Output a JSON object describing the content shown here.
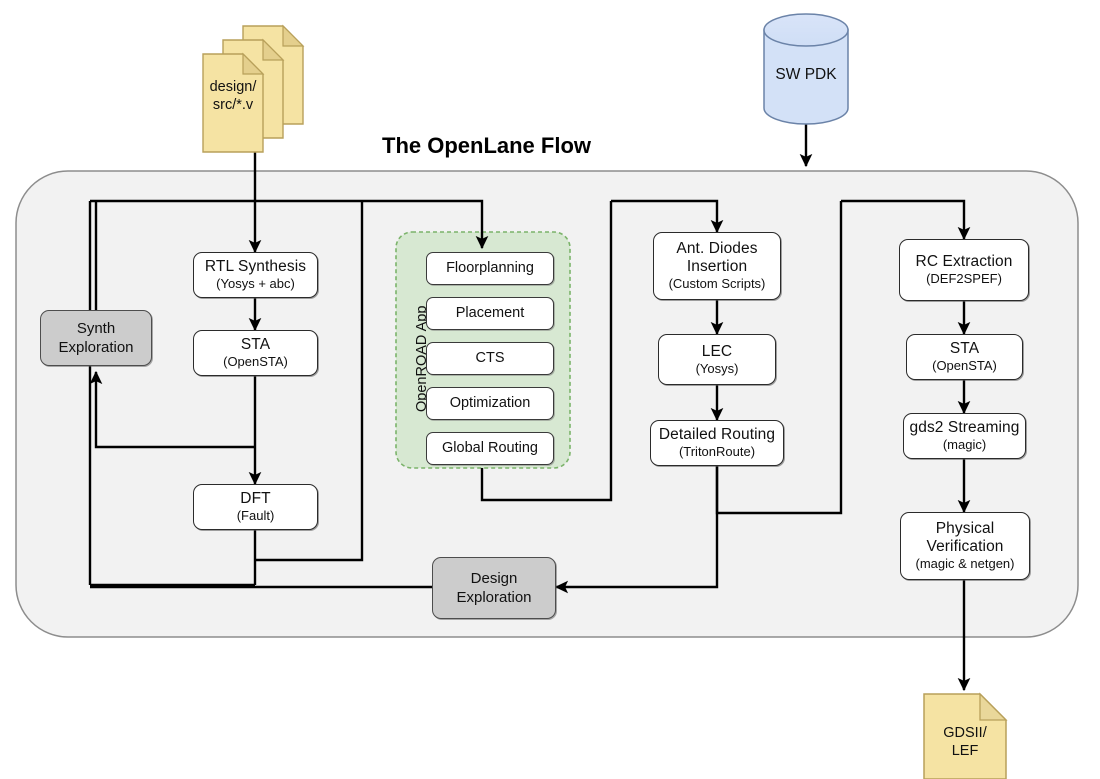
{
  "title": "The OpenLane Flow",
  "inputs": {
    "design_files": {
      "line1": "design/",
      "line2": "src/*.v",
      "name": "design-source-files"
    },
    "pdk": {
      "label": "SW PDK",
      "name": "sw-pdk-database"
    }
  },
  "output": {
    "line1": "GDSII/",
    "line2": "LEF"
  },
  "colors": {
    "doc_fill": "#f5e3a3",
    "doc_stroke": "#b8a05a",
    "db_fill": "#d3e1f7",
    "db_stroke": "#6b83a8",
    "container_fill": "#f2f2f2",
    "container_stroke": "#8a8a8a",
    "openroad_fill": "#d7e8d2",
    "openroad_stroke": "#7bb36a",
    "gray_box": "#cccccc",
    "line": "#000000"
  },
  "columns": {
    "synthesis": [
      {
        "t1": "RTL Synthesis",
        "t2": "(Yosys + abc)",
        "name": "rtl-synthesis"
      },
      {
        "t1": "STA",
        "t2": "(OpenSTA)",
        "name": "sta-synth"
      },
      {
        "t1": "DFT",
        "t2": "(Fault)",
        "name": "dft"
      }
    ],
    "openroad": {
      "label": "OpenROAD App",
      "steps": [
        {
          "t1": "Floorplanning",
          "name": "floorplanning"
        },
        {
          "t1": "Placement",
          "name": "placement"
        },
        {
          "t1": "CTS",
          "name": "cts"
        },
        {
          "t1": "Optimization",
          "name": "optimization"
        },
        {
          "t1": "Global Routing",
          "name": "global-routing"
        }
      ]
    },
    "routing": [
      {
        "t1": "Ant. Diodes",
        "t1b": "Insertion",
        "t2": "(Custom Scripts)",
        "name": "antenna-diodes-insertion"
      },
      {
        "t1": "LEC",
        "t2": "(Yosys)",
        "name": "lec"
      },
      {
        "t1": "Detailed Routing",
        "t2": "(TritonRoute)",
        "name": "detailed-routing"
      }
    ],
    "signoff": [
      {
        "t1": "RC Extraction",
        "t2": "(DEF2SPEF)",
        "name": "rc-extraction"
      },
      {
        "t1": "STA",
        "t2": "(OpenSTA)",
        "name": "sta-signoff"
      },
      {
        "t1": "gds2 Streaming",
        "t2": "(magic)",
        "name": "gds2-streaming"
      },
      {
        "t1": "Physical",
        "t1b": "Verification",
        "t2": "(magic & netgen)",
        "name": "physical-verification"
      }
    ]
  },
  "exploration": {
    "synth": {
      "line1": "Synth",
      "line2": "Exploration",
      "name": "synth-exploration"
    },
    "design": {
      "line1": "Design",
      "line2": "Exploration",
      "name": "design-exploration"
    }
  }
}
